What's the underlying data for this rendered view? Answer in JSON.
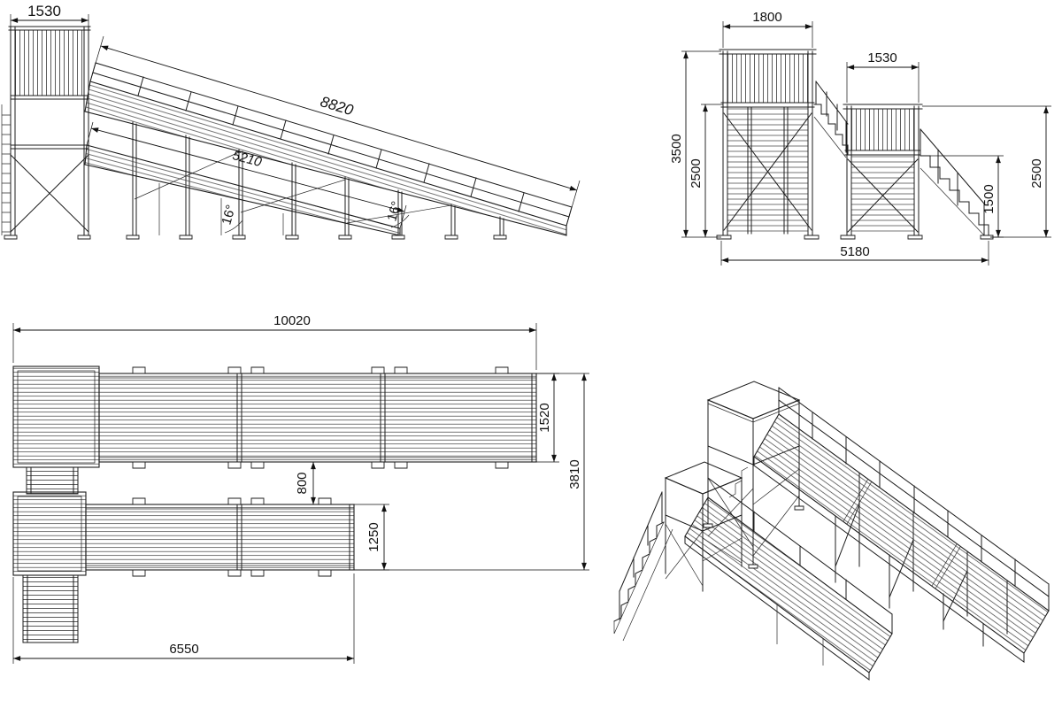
{
  "drawing": {
    "side_view": {
      "width_top": "1530",
      "ramp_length_main": "8820",
      "ramp_length_lower": "5210",
      "angle_main": "16°",
      "angle_lower": "16°"
    },
    "front_view": {
      "tower_width": "1800",
      "platform_width": "1530",
      "height_total": "3500",
      "height_main_deck": "2500",
      "height_lower_deck": "1500",
      "height_lower_rail": "2500",
      "width_total": "5180"
    },
    "plan_view": {
      "length_total": "10020",
      "ramp_main_width": "1520",
      "ramp_gap": "800",
      "ramp_lower_width": "1250",
      "width_total": "3810",
      "length_lower": "6550"
    }
  }
}
